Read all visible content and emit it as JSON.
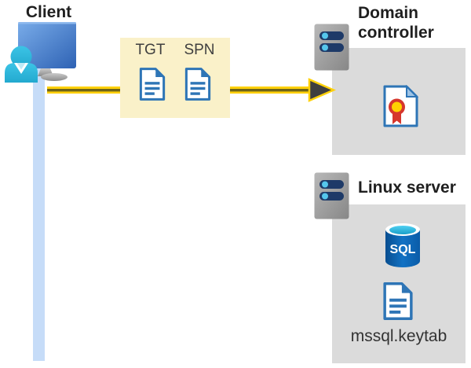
{
  "client": {
    "label": "Client"
  },
  "ticket_box": {
    "tgt_label": "TGT",
    "spn_label": "SPN"
  },
  "domain_controller": {
    "title": "Domain controller"
  },
  "linux_server": {
    "title": "Linux server",
    "sql_label": "SQL",
    "keytab_label": "mssql.keytab"
  },
  "colors": {
    "arrow_yellow": "#ffd10a",
    "arrow_head_dark": "#3f3f3f",
    "ticket_box_yellow": "#faf1c9",
    "panel_gray": "#dbdbdb",
    "document_blue": "#2e75b6",
    "connector_light_blue": "#c6dcf8",
    "person_cyan": "#2fbce0",
    "server_bar_navy": "#1e3a68",
    "sql_body_blue": "#0a5ca8",
    "certificate_red": "#d6362c",
    "certificate_yellow": "#ffd100"
  }
}
